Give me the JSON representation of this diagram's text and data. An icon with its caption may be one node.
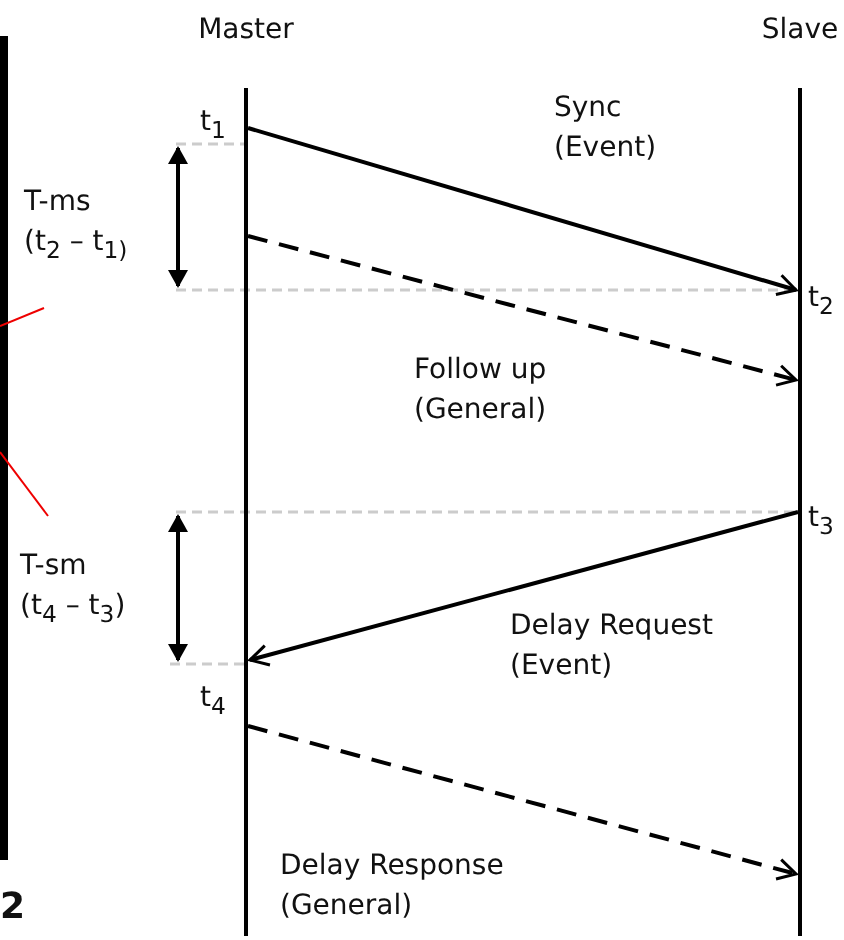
{
  "diagram": {
    "nodes": [
      {
        "text": [
          "Master"
        ]
      },
      {
        "text": [
          "Slave"
        ]
      }
    ],
    "edges": [
      {
        "from": 0,
        "to": 1,
        "arrow": "to",
        "label": "Sync (Event)"
      },
      {
        "from": 0,
        "to": 1,
        "arrow": "to",
        "label": "Follow up (General)",
        "style": "dashed"
      },
      {
        "from": 1,
        "to": 0,
        "arrow": "to",
        "label": "Delay Request (Event)"
      },
      {
        "from": 0,
        "to": 1,
        "arrow": "to",
        "label": "Delay Response (General)",
        "style": "dashed"
      }
    ],
    "labels": [
      "t$_{1}$",
      "T-ms",
      "(t$_{2}$ – t$_{1)}$",
      "t$_{2}$",
      "t$_{3}$",
      "T-sm",
      "(t$_{4}$ – t$_{3}$)",
      "t$_{4}$",
      "2"
    ]
  }
}
